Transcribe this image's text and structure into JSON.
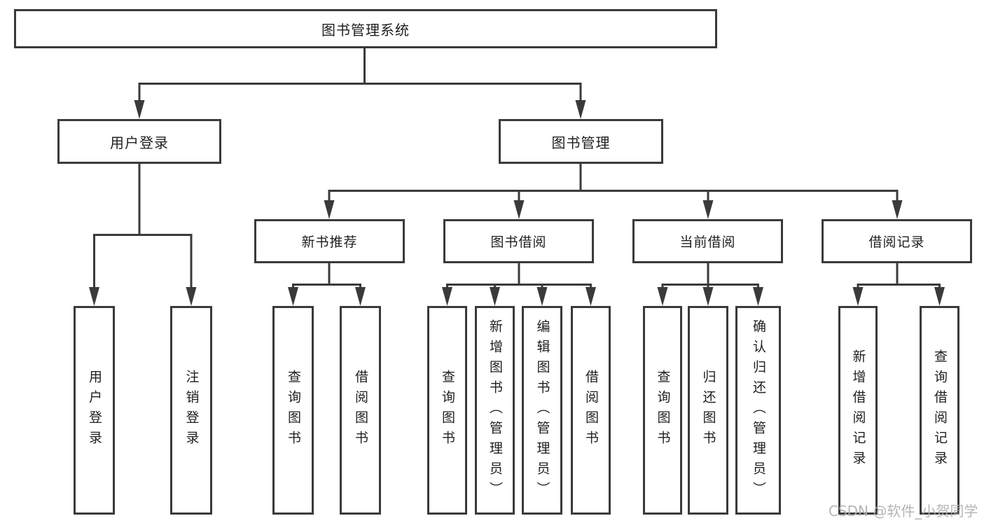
{
  "diagram_title": "图书管理系统",
  "colors": {
    "line": "#3a3a3a",
    "text": "#1f1f1f",
    "background": "#ffffff",
    "watermark": "#afafaf"
  },
  "nodes": {
    "root": {
      "label": "图书管理系统"
    },
    "level2": [
      {
        "label": "用户登录"
      },
      {
        "label": "图书管理"
      }
    ],
    "level3": [
      {
        "label": "新书推荐"
      },
      {
        "label": "图书借阅"
      },
      {
        "label": "当前借阅"
      },
      {
        "label": "借阅记录"
      }
    ],
    "leaves": [
      {
        "label": "用户登录"
      },
      {
        "label": "注销登录"
      },
      {
        "label": "查询图书"
      },
      {
        "label": "借阅图书"
      },
      {
        "label": "查询图书"
      },
      {
        "label": "新增图书（管理员）"
      },
      {
        "label": "编辑图书（管理员）"
      },
      {
        "label": "借阅图书"
      },
      {
        "label": "查询图书"
      },
      {
        "label": "归还图书"
      },
      {
        "label": "确认归还（管理员）"
      },
      {
        "label": "新增借阅记录"
      },
      {
        "label": "查询借阅记录"
      }
    ]
  },
  "watermark": {
    "text": "CSDN @软件_小贺同学"
  }
}
